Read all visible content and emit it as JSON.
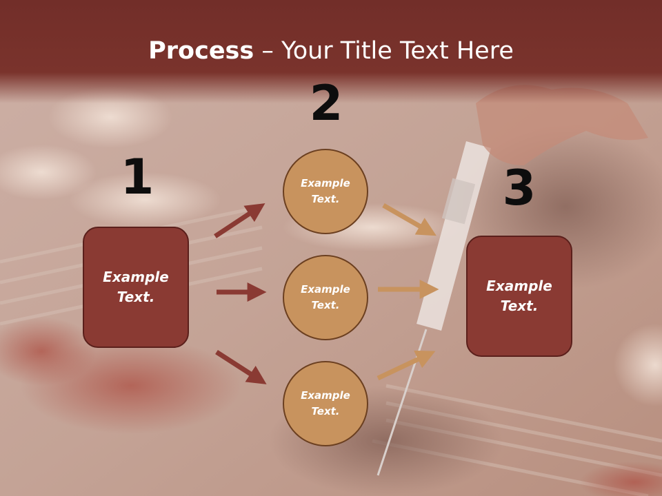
{
  "slide": {
    "title_bold": "Process",
    "title_rest": " – Your Title Text Here"
  },
  "steps": {
    "one": "1",
    "two": "2",
    "three": "3"
  },
  "left_box": {
    "text_line1": "Example",
    "text_line2": "Text."
  },
  "right_box": {
    "text_line1": "Example",
    "text_line2": "Text."
  },
  "circles": [
    {
      "text_line1": "Example",
      "text_line2": "Text."
    },
    {
      "text_line1": "Example",
      "text_line2": "Text."
    },
    {
      "text_line1": "Example",
      "text_line2": "Text."
    }
  ],
  "colors": {
    "header": "#7a332c",
    "box_fill": "#8a3a33",
    "circle_fill": "#c8935e",
    "arrow_dark": "#8a3a33",
    "arrow_light": "#c8935e"
  },
  "background": {
    "subject": "grilled-meat-thermometer-photo"
  }
}
